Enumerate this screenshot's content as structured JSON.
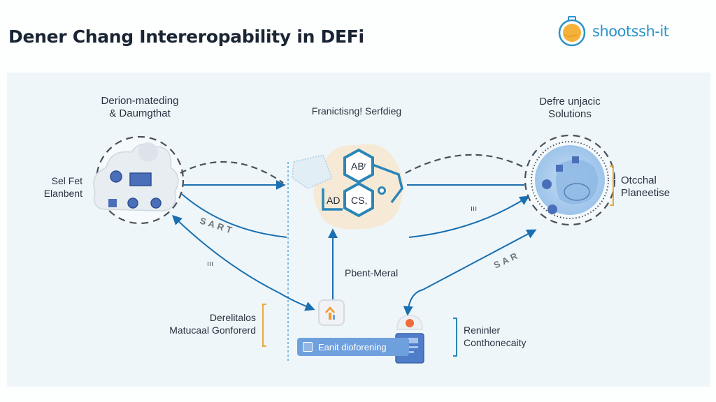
{
  "header": {
    "title": "Dener Chang Intereropability in DEFi",
    "logo": {
      "text": "shootssh-it",
      "icon": "stopwatch-logo-icon"
    }
  },
  "colors": {
    "accent": "#1a6fb0",
    "panel_bg": "#eef6fa",
    "bracket_orange": "#e9a93b",
    "bracket_blue": "#2b86b8",
    "pill_blue": "#6fa0de",
    "logo_blue": "#2b93c9",
    "logo_orange": "#f5b23a"
  },
  "nodes": {
    "left": {
      "title_line1": "Derion-mateding",
      "title_line2": "& Daumgthat",
      "side_label_line1": "Sel Fet",
      "side_label_line2": "Elanbent",
      "icon": "cloud-services-icon"
    },
    "center": {
      "title": "Franictisng! Serfdieg",
      "hex_labels": [
        "ABʳ",
        "AD",
        "CS,"
      ],
      "icon": "hexagon-cluster-icon"
    },
    "right": {
      "title_line1": "Defre unjacic",
      "title_line2": "Solutions",
      "side_label_line1": "Otcchal",
      "side_label_line2": "Planeetise",
      "icon": "globe-network-icon"
    }
  },
  "bottom": {
    "left_label_line1": "Derelitalos",
    "left_label_line2": "Matucaal Gonforerd",
    "center_label": "Pbent-Meral",
    "pill_label": "Eanit dioforening",
    "right_label_line1": "Reninler",
    "right_label_line2": "Conthonecaity",
    "user_icon": "user-upload-icon",
    "device_icon": "id-card-device-icon"
  },
  "edges": {
    "sart_label": "SART",
    "sar_label": "SAR",
    "num_left": "ııı",
    "num_right": "ııı"
  }
}
